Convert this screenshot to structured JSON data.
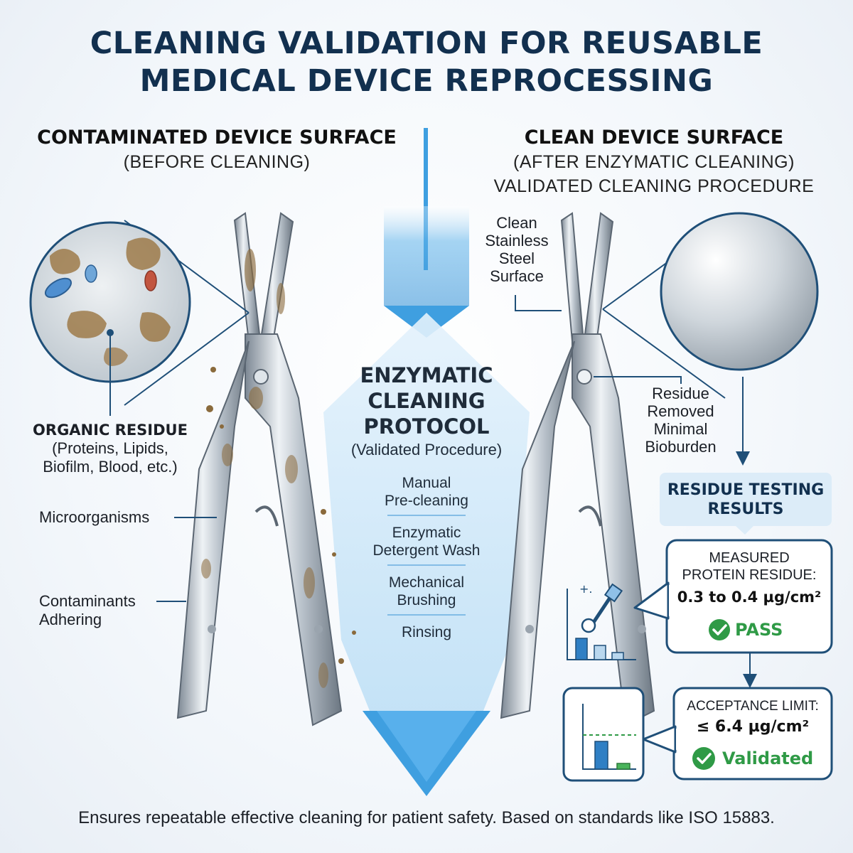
{
  "title": {
    "line1": "CLEANING VALIDATION FOR REUSABLE",
    "line2": "MEDICAL DEVICE REPROCESSING"
  },
  "left": {
    "heading": "CONTAMINATED DEVICE SURFACE",
    "subheading": "(BEFORE CLEANING)",
    "organic_title": "ORGANIC RESIDUE",
    "organic_line1": "(Proteins, Lipids,",
    "organic_line2": "Biofilm, Blood, etc.)",
    "microorganisms": "Microorganisms",
    "contaminants_line1": "Contaminants",
    "contaminants_line2": "Adhering"
  },
  "center": {
    "title_line1": "ENZYMATIC",
    "title_line2": "CLEANING",
    "title_line3": "PROTOCOL",
    "subtitle": "(Validated Procedure)",
    "steps": [
      {
        "line1": "Manual",
        "line2": "Pre-cleaning"
      },
      {
        "line1": "Enzymatic",
        "line2": "Detergent Wash"
      },
      {
        "line1": "Mechanical",
        "line2": "Brushing"
      },
      {
        "line1": "Rinsing",
        "line2": ""
      }
    ]
  },
  "right": {
    "heading": "CLEAN DEVICE SURFACE",
    "subheading1": "(AFTER ENZYMATIC CLEANING)",
    "subheading2": "VALIDATED CLEANING PROCEDURE",
    "surface_line1": "Clean",
    "surface_line2": "Stainless",
    "surface_line3": "Steel",
    "surface_line4": "Surface",
    "removed_line1": "Residue",
    "removed_line2": "Removed",
    "removed_line3": "Minimal",
    "removed_line4": "Bioburden",
    "testing_line1": "RESIDUE TESTING",
    "testing_line2": "RESULTS",
    "measured_line1": "MEASURED",
    "measured_line2": "PROTEIN RESIDUE:",
    "measured_value": "0.3 to 0.4 µg/cm²",
    "measured_status": "PASS",
    "limit_label": "ACCEPTANCE LIMIT:",
    "limit_value": "≤ 6.4 µg/cm²",
    "limit_status": "Validated"
  },
  "footer": "Ensures repeatable effective cleaning for patient safety. Based on standards like ISO 15883.",
  "colors": {
    "title": "#12304f",
    "arrow_blue": "#3f9fe0",
    "pass_green": "#2f9a46",
    "panel_border": "#1f4f78",
    "panel_fill": "#dcecf8",
    "residue_brown": "#8a6a3c"
  }
}
